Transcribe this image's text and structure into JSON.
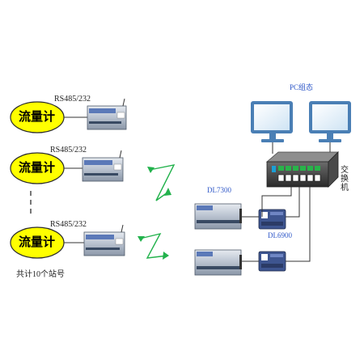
{
  "stations": [
    {
      "meter_label": "流量计",
      "modem_label": "RS485/232"
    },
    {
      "meter_label": "流量计",
      "modem_label": "RS485/232"
    },
    {
      "meter_label": "流量计",
      "modem_label": "RS485/232"
    }
  ],
  "station_count_note": "共计10个站号",
  "pc_label": "PC组态",
  "switch_label": [
    "交",
    "换",
    "机"
  ],
  "gateway_label": "DL7300",
  "receiver_label": "DL6900",
  "colors": {
    "meter_fill": "#ffff00",
    "device_body": "#4f6fb0",
    "device_light": "#d6dbe3",
    "monitor_frame": "#4a7fb5",
    "monitor_screen": "#e8f3fb",
    "switch_body": "#3a3a3a",
    "wireless_signal": "#22b24c",
    "network_line": "#333333"
  },
  "icons": {
    "meter": "flow-meter-ellipse",
    "modem": "rtu-module-icon",
    "wireless": "wireless-signal-zigzag-icon",
    "monitor": "pc-monitor-icon",
    "switch": "network-switch-icon",
    "receiver": "receiver-unit-icon"
  }
}
